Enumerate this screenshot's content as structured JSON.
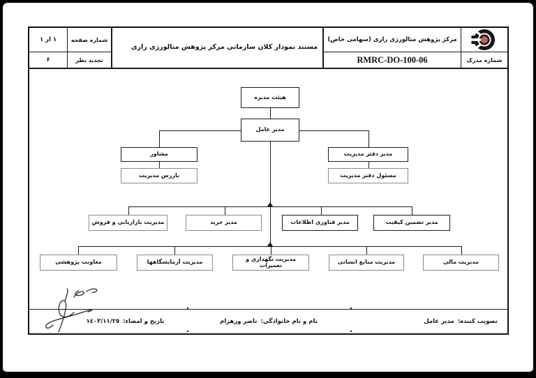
{
  "header": {
    "company": "مرکز پژوهش متالورژی رازی (سهامی خاص)",
    "title": "مستند نمودار کلان سازمانی مرکز پژوهش متالورژی رازی",
    "doc_number": "RMRC-DO-100-06",
    "doc_number_label": "شماره مدرک",
    "page_label": "شماره صفحه",
    "page_value": "١ از ١",
    "revision_label": "تجدید نظر",
    "revision_value": "۶",
    "logo_icon": "rmrc-logo"
  },
  "org": {
    "board": "هیئت مدیره",
    "ceo": "مدیر عامل",
    "advisor": "مشاور",
    "inspector": "بازرس مدیریت",
    "office_head": "مدیر دفتر مدیریت",
    "office_clerk": "مسئول دفتر مدیریت",
    "row4": [
      {
        "label": "مدیریت بازاریابی و فروش"
      },
      {
        "label": "مدیر خرید"
      },
      {
        "label": "مدیر فناوری اطلاعات"
      },
      {
        "label": "مدیر تضمین کیفیت"
      }
    ],
    "row5": [
      {
        "label": "معاونت پژوهشی"
      },
      {
        "label": "مدیریت آزمایشگاهها"
      },
      {
        "label": "مدیریت نگهداری و تعمیرات"
      },
      {
        "label": "مدیریت منابع انسانی"
      },
      {
        "label": "مدیریت مالی"
      }
    ]
  },
  "footer": {
    "approver_label": "تصویب کننده:",
    "approver_value": "مدیر عامل",
    "name_label": "نام و نام خانوادگی:",
    "name_value": "ناصر ورهرام",
    "date_label": "تاریخ و امضاء:",
    "date_value": "١٤٠٣/١١/٢٥"
  },
  "colors": {
    "frame": "#000000",
    "line": "#1a1a1a",
    "box_border_gray": "#8a8a8a",
    "logo_ring": "#161616",
    "logo_center": "#c4635c"
  }
}
